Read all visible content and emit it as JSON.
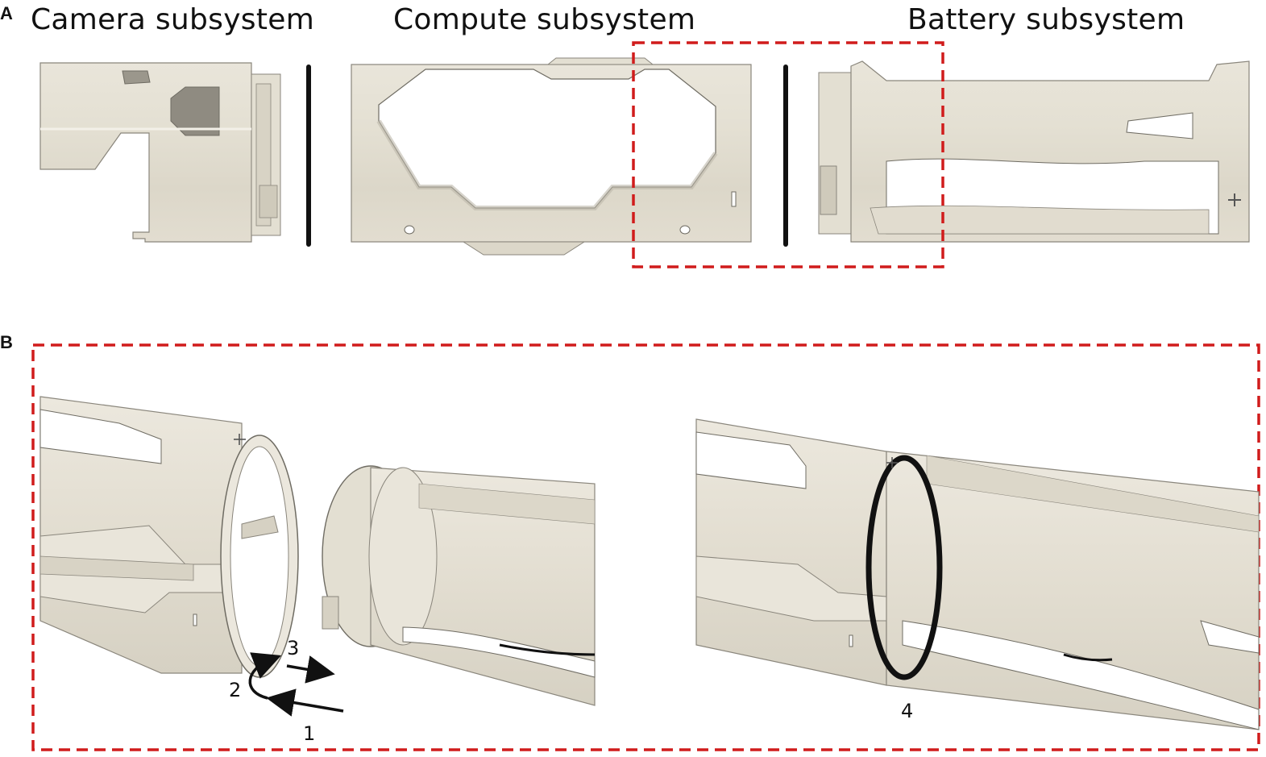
{
  "panel_a": {
    "letter": "A",
    "subsystems": [
      {
        "title": "Camera subsystem"
      },
      {
        "title": "Compute subsystem"
      },
      {
        "title": "Battery subsystem"
      }
    ]
  },
  "panel_b": {
    "letter": "B",
    "steps": [
      "1",
      "2",
      "3",
      "4"
    ]
  },
  "colors": {
    "part_fill": "#e7e3d7",
    "part_shade": "#d3cebf",
    "part_edge": "#6f6c63",
    "oring": "#111111",
    "highlight_box": "#d01c1c"
  }
}
